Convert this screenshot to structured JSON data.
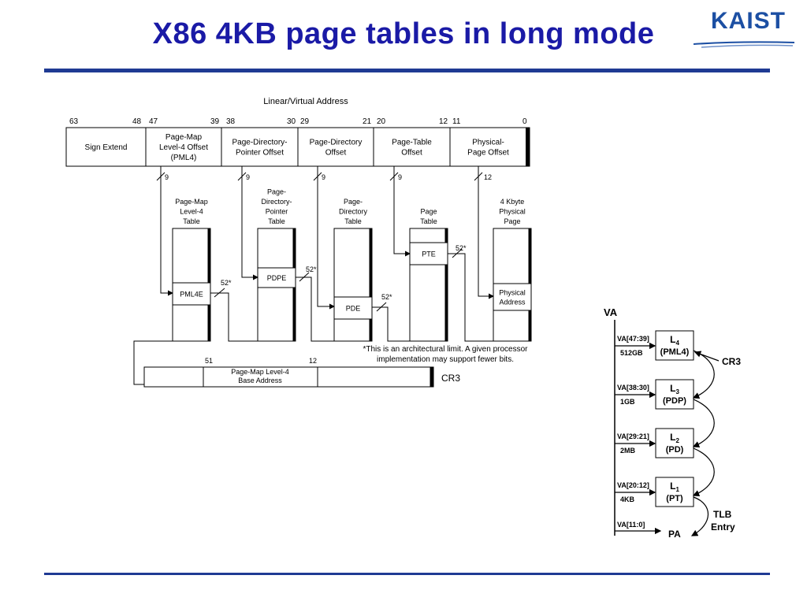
{
  "slide": {
    "title": "X86 4KB page tables in long mode"
  },
  "logo": {
    "text": "KAIST"
  },
  "linear_address": {
    "title": "Linear/Virtual Address",
    "bit_labels": [
      "63",
      "48",
      "47",
      "39",
      "38",
      "30",
      "29",
      "21",
      "20",
      "12",
      "11",
      "0"
    ],
    "fields": [
      {
        "lines": [
          "Sign Extend"
        ]
      },
      {
        "lines": [
          "Page-Map",
          "Level-4 Offset",
          "(PML4)"
        ]
      },
      {
        "lines": [
          "Page-Directory-",
          "Pointer Offset"
        ]
      },
      {
        "lines": [
          "Page-Directory",
          "Offset"
        ]
      },
      {
        "lines": [
          "Page-Table",
          "Offset"
        ]
      },
      {
        "lines": [
          "Physical-",
          "Page Offset"
        ]
      }
    ],
    "field_widths": [
      "9",
      "9",
      "9",
      "9",
      "12"
    ]
  },
  "tables": [
    {
      "lines": [
        "Page-Map",
        "Level-4",
        "Table"
      ],
      "entry": [
        "PML4E"
      ]
    },
    {
      "lines": [
        "Page-",
        "Directory-",
        "Pointer",
        "Table"
      ],
      "entry": [
        "PDPE"
      ]
    },
    {
      "lines": [
        "Page-",
        "Directory",
        "Table"
      ],
      "entry": [
        "PDE"
      ]
    },
    {
      "lines": [
        "Page",
        "Table"
      ],
      "entry": [
        "PTE"
      ]
    },
    {
      "lines": [
        "4 Kbyte",
        "Physical",
        "Page"
      ],
      "entry": [
        "Physical",
        "Address"
      ]
    }
  ],
  "pointer_widths": [
    "52*",
    "52*",
    "52*",
    "52*"
  ],
  "footnote": [
    "*This is an architectural limit. A given processor",
    "implementation may support fewer bits."
  ],
  "cr3_register": {
    "field_label": [
      "Page-Map Level-4",
      "Base Address"
    ],
    "bit_high": "51",
    "bit_low": "12",
    "name": "CR3"
  },
  "walk": {
    "va_label": "VA",
    "levels": [
      {
        "range": "VA[47:39]",
        "size": "512GB",
        "name_base": "L",
        "name_sub": "4",
        "name_paren": "(PML4)"
      },
      {
        "range": "VA[38:30]",
        "size": "1GB",
        "name_base": "L",
        "name_sub": "3",
        "name_paren": "(PDP)"
      },
      {
        "range": "VA[29:21]",
        "size": "2MB",
        "name_base": "L",
        "name_sub": "2",
        "name_paren": "(PD)"
      },
      {
        "range": "VA[20:12]",
        "size": "4KB",
        "name_base": "L",
        "name_sub": "1",
        "name_paren": "(PT)"
      }
    ],
    "offset_range": "VA[11:0]",
    "pa_label": "PA",
    "cr3_label": "CR3",
    "tlb_label": [
      "TLB",
      "Entry"
    ]
  }
}
